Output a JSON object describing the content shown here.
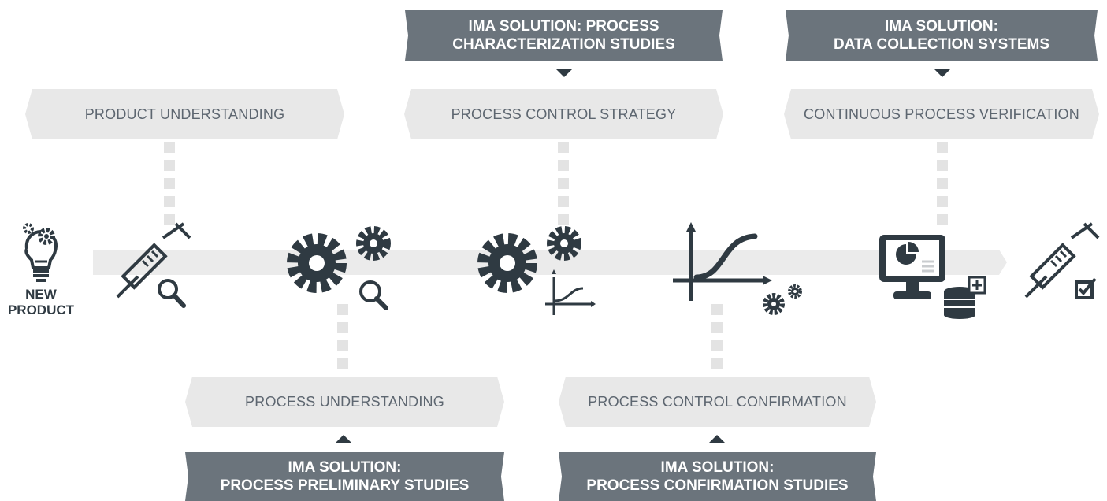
{
  "start": {
    "label_line1": "NEW",
    "label_line2": "PRODUCT"
  },
  "stages": {
    "product_understanding": "PRODUCT UNDERSTANDING",
    "process_control_strategy": "PROCESS CONTROL STRATEGY",
    "continuous_process_verification": "CONTINUOUS PROCESS VERIFICATION",
    "process_understanding": "PROCESS UNDERSTANDING",
    "process_control_confirmation": "PROCESS CONTROL CONFIRMATION"
  },
  "solutions": {
    "characterization": {
      "line1": "IMA SOLUTION:  PROCESS",
      "line2": "CHARACTERIZATION STUDIES"
    },
    "data_collection": {
      "line1": "IMA SOLUTION:",
      "line2": "DATA COLLECTION SYSTEMS"
    },
    "preliminary": {
      "line1": "IMA SOLUTION:",
      "line2": "PROCESS PRELIMINARY STUDIES"
    },
    "confirmation": {
      "line1": "IMA SOLUTION:",
      "line2": "PROCESS CONFIRMATION STUDIES"
    }
  },
  "icons": {
    "start": "lightbulb-gears-icon",
    "step1": "syringe-magnifier-icon",
    "step2": "gears-magnifier-icon",
    "step3": "gears-curve-chart-icon",
    "step4": "curve-chart-gears-icon",
    "step5": "monitor-database-icon",
    "step6": "syringe-checkbox-icon"
  },
  "colors": {
    "dark": "#2f3a42",
    "solution_bg": "#6b747c",
    "stage_bg": "#e8e8e8",
    "stage_text": "#5d6670"
  }
}
